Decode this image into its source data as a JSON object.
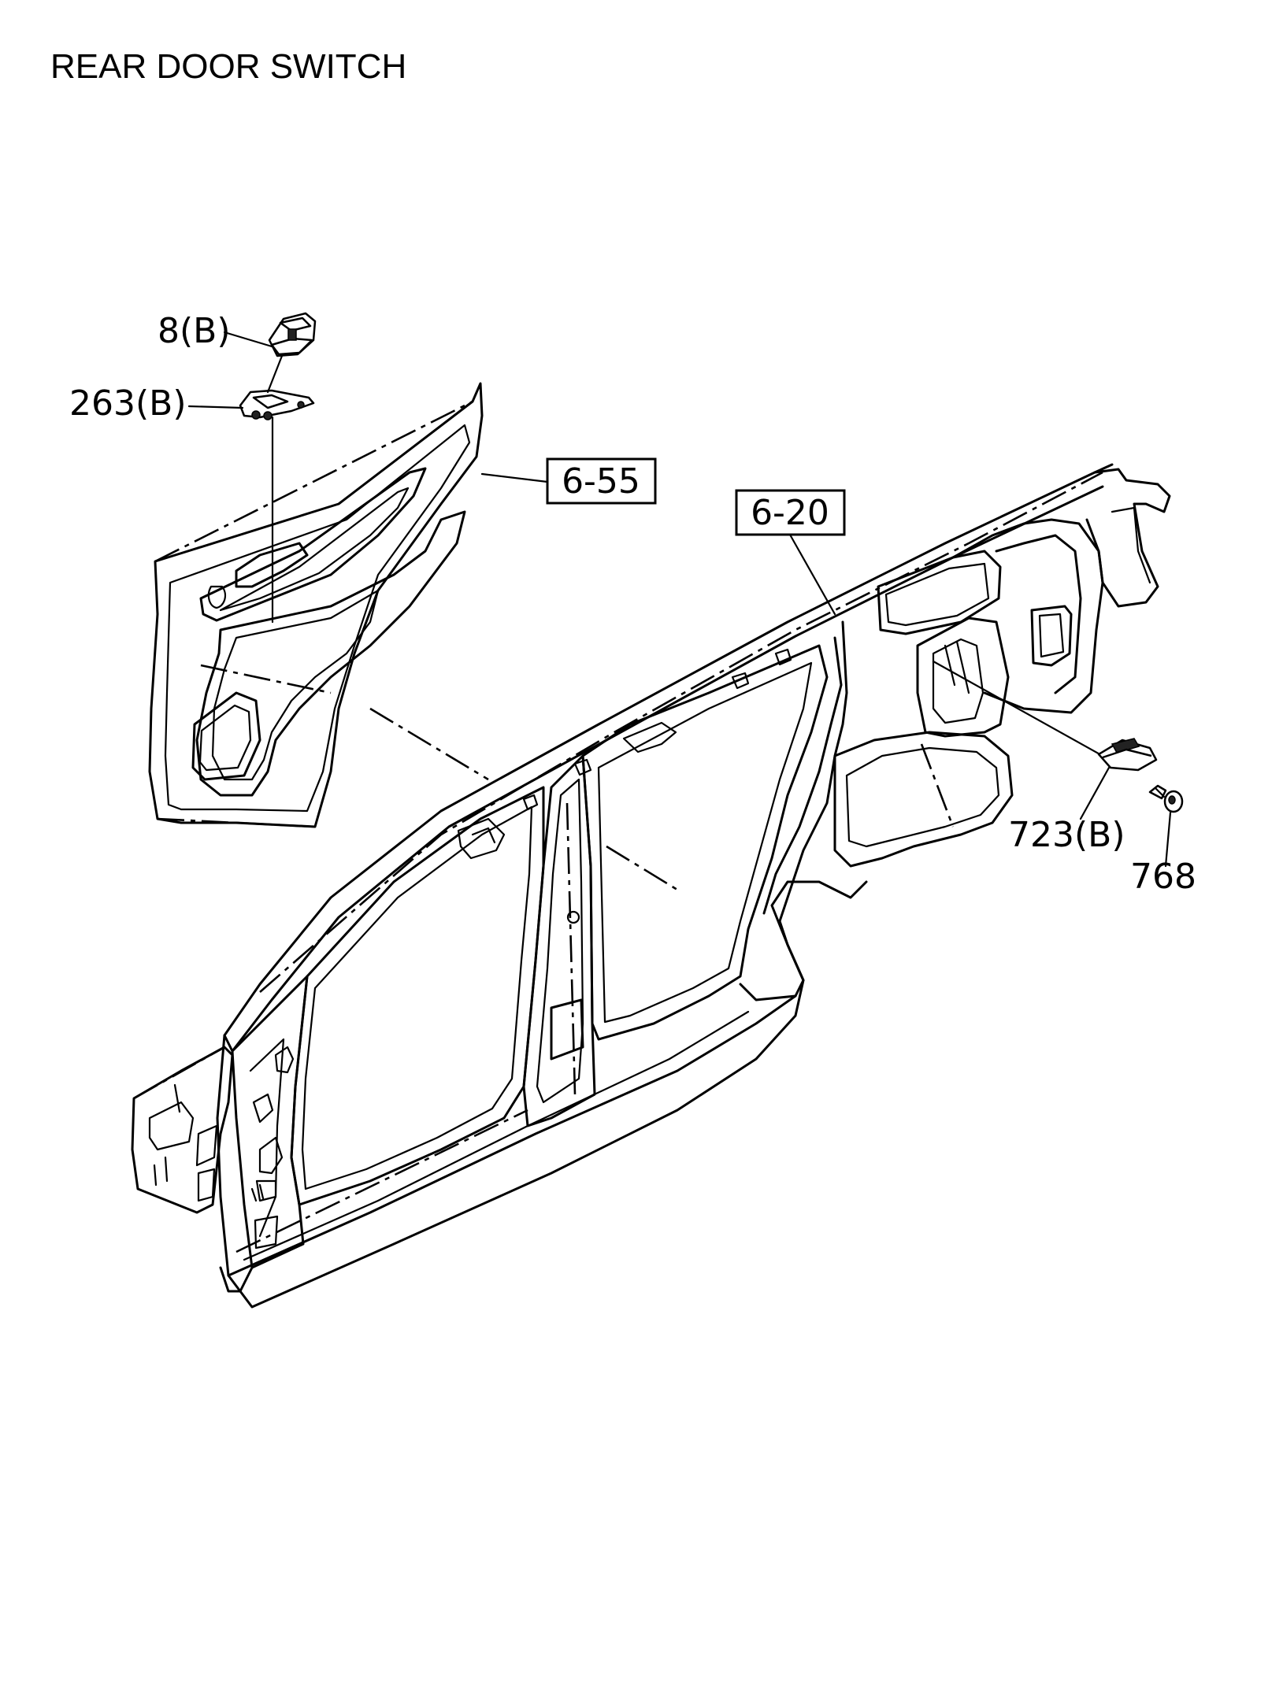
{
  "diagram": {
    "title": "REAR DOOR SWITCH",
    "callouts": [
      {
        "id": "8",
        "text": "8(B)"
      },
      {
        "id": "263",
        "text": "263(B)"
      },
      {
        "id": "723",
        "text": "723(B)"
      },
      {
        "id": "768",
        "text": "768"
      }
    ],
    "references": [
      {
        "id": "6-55",
        "text": "6-55"
      },
      {
        "id": "6-20",
        "text": "6-20"
      }
    ],
    "colors": {
      "line": "#000000",
      "background": "#ffffff"
    }
  }
}
